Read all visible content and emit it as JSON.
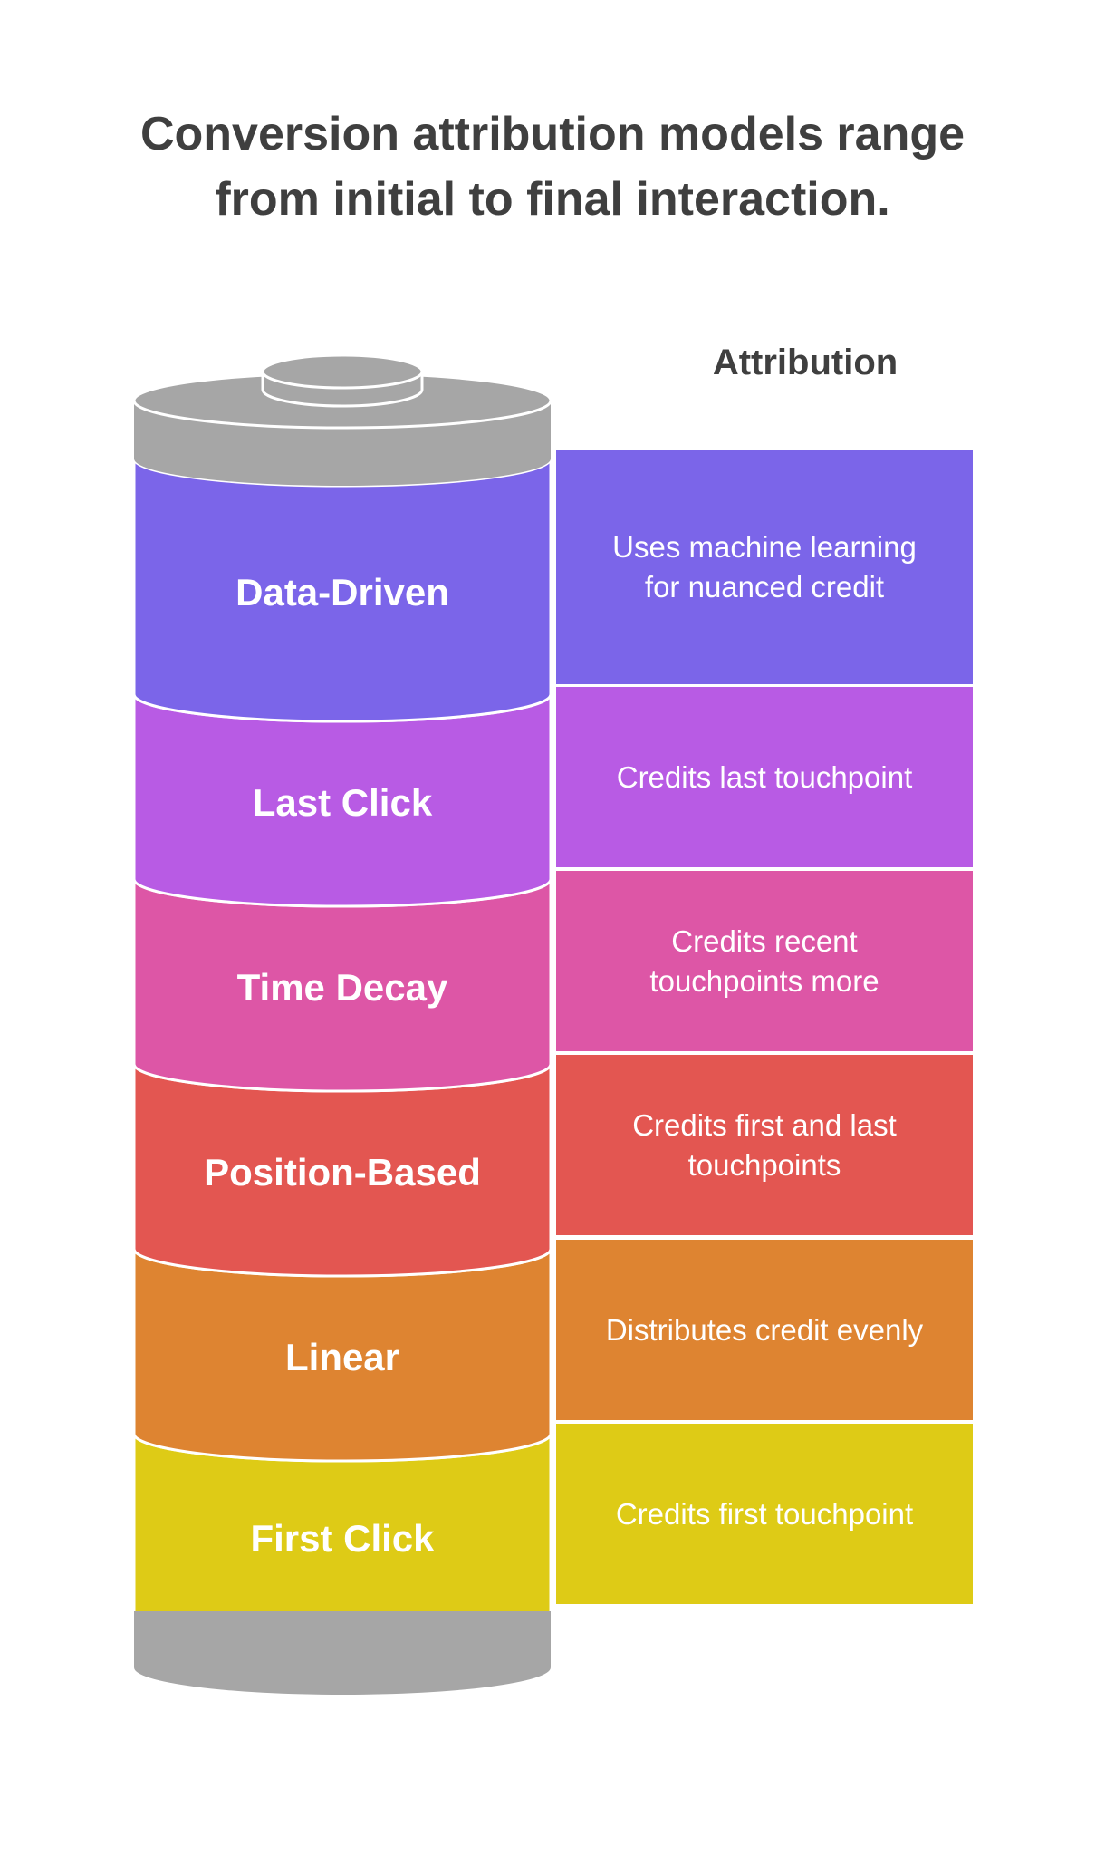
{
  "title": {
    "line1": "Conversion attribution models range",
    "line2": "from initial to final interaction."
  },
  "column_heading": "Attribution",
  "layers": [
    {
      "label": "Data-Driven",
      "description": "Uses machine learning for nuanced credit",
      "color": "#7B65E9"
    },
    {
      "label": "Last Click",
      "description": "Credits last touchpoint",
      "color": "#B85BE4"
    },
    {
      "label": "Time Decay",
      "description": "Credits recent touchpoints more",
      "color": "#DD56A6"
    },
    {
      "label": "Position-Based",
      "description": "Credits first and last touchpoints",
      "color": "#E35651"
    },
    {
      "label": "Linear",
      "description": "Distributes credit evenly",
      "color": "#DE8431"
    },
    {
      "label": "First Click",
      "description": "Credits first touchpoint",
      "color": "#DECB16"
    }
  ],
  "colors": {
    "cap": "#A6A6A6",
    "cap_edge": "#8c8c8c",
    "title_text": "#3f3f3f"
  }
}
